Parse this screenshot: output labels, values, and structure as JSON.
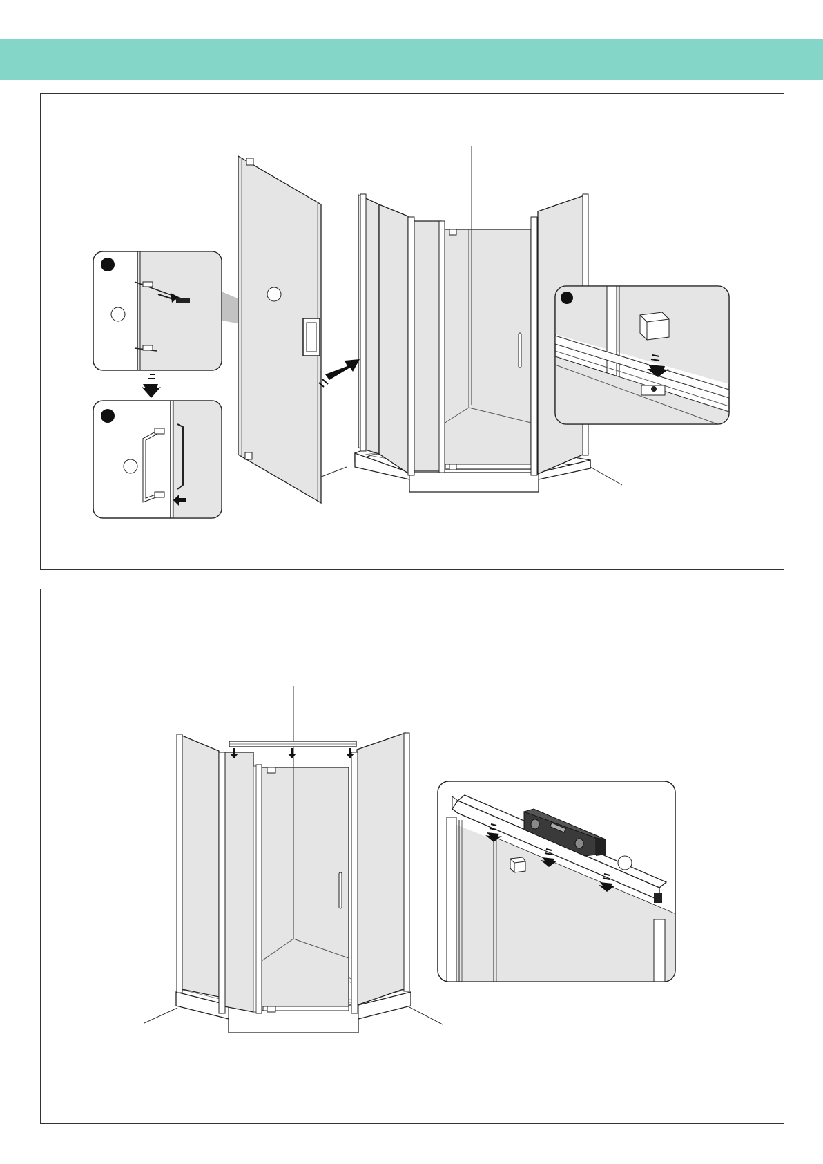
{
  "page": {
    "header_band_color": "#84d6c9",
    "panel_border_color": "#333333",
    "glass_color": "#e5e5e5",
    "callout_cone_color": "#c2c2c2",
    "level_color": "#3a3a3a"
  },
  "step_1": {
    "icons": [
      "shower-enclosure-icon",
      "glass-door-panel-icon",
      "door-handle-icon",
      "hinge-clip-icon",
      "direction-arrow-icon"
    ],
    "callouts": [
      "handle-bolt-detail",
      "handle-mounted-detail",
      "bottom-hinge-detail"
    ]
  },
  "step_2": {
    "icons": [
      "shower-enclosure-icon",
      "top-rail-icon",
      "spirit-level-icon",
      "down-arrow-icon"
    ],
    "callouts": [
      "top-rail-level-detail"
    ]
  }
}
